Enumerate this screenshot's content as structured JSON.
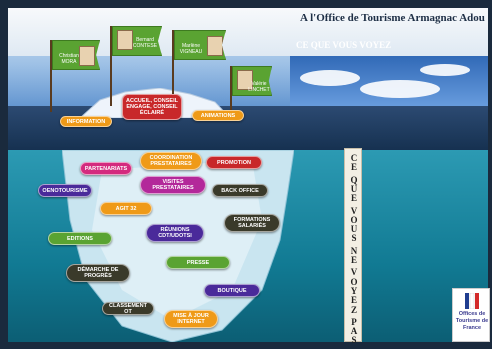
{
  "header": {
    "title": "A l'Office de Tourisme Armagnac Adou",
    "visible_label": "CE QUE VOUS VOYEZ",
    "hidden_label_chars": [
      "C",
      "E",
      "Q",
      "U",
      "E",
      "V",
      "O",
      "U",
      "S",
      "N",
      "E",
      "V",
      "O",
      "Y",
      "E",
      "Z",
      "P",
      "A",
      "S"
    ]
  },
  "flags": [
    {
      "name": "Christian MORA"
    },
    {
      "name": "Bernard CONTESE"
    },
    {
      "name": "Marlène VIGNEAU"
    },
    {
      "name": "Valérie LINCHET"
    }
  ],
  "above_water": {
    "information": "INFORMATION",
    "accueil": "ACCUEIL, CONSEIL ENGAGE, CONSEIL ÉCLAIRÉ",
    "animations": "ANIMATIONS"
  },
  "below_water": {
    "partenariats": "PARTENARIATS",
    "coordination": "COORDINATION PRESTATAIRES",
    "promotion": "PROMOTION",
    "oenotourisme": "OENOTOURISME",
    "visites": "VISITES PRESTATAIRES",
    "back_office": "BACK OFFICE",
    "agit": "AGIT 32",
    "formations": "FORMATIONS SALARIÉS",
    "reunions": "RÉUNIONS CDT/UDOTSI",
    "editions": "EDITIONS",
    "presse": "PRESSE",
    "demarche": "DÉMARCHE DE PROGRÈS",
    "boutique": "BOUTIQUE",
    "classement": "CLASSEMENT OT",
    "mise_a_jour": "MISE À JOUR INTERNET"
  },
  "logo": {
    "text": "Offices de Tourisme de France",
    "icon": "otf-logo-icon"
  },
  "colors": {
    "pink": "#d42a7e",
    "orange": "#ef9a18",
    "red": "#c8282a",
    "purple": "#4a2a9a",
    "magenta": "#b3289a",
    "green": "#5aa332",
    "dark": "#3a3a2a"
  }
}
